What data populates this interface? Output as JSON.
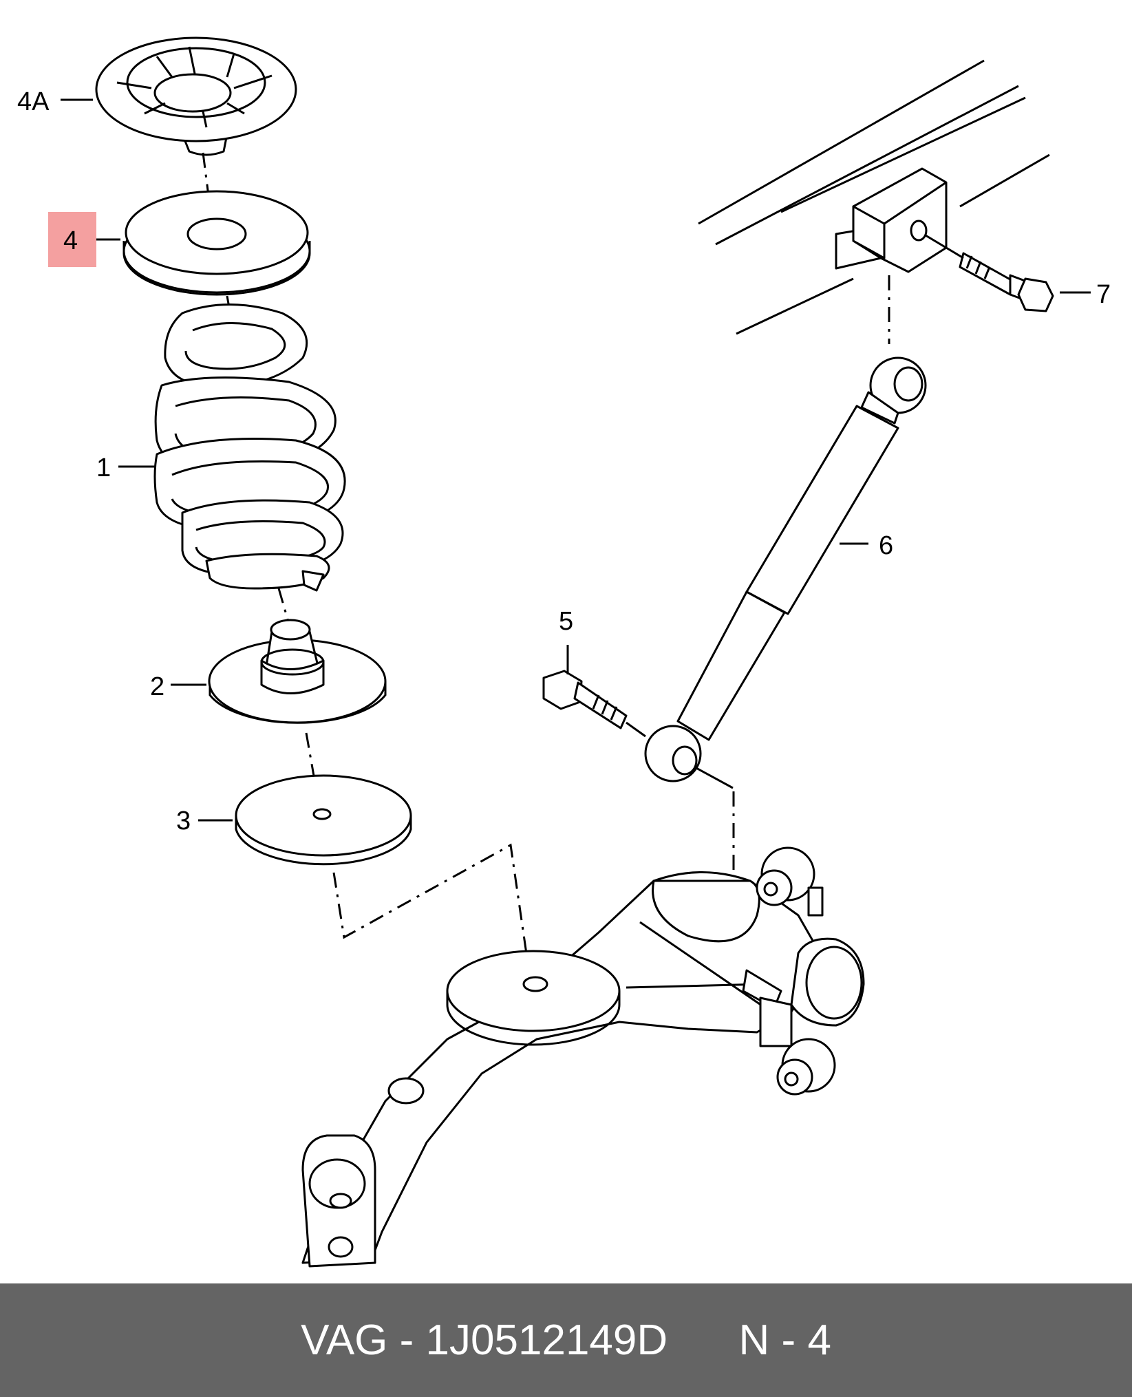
{
  "callouts": {
    "c4a": "4A",
    "c4": "4",
    "c1": "1",
    "c2": "2",
    "c3": "3",
    "c5": "5",
    "c6": "6",
    "c7": "7"
  },
  "highlight_color": "#f4a0a0",
  "footer": {
    "brand": "VAG",
    "separator": "-",
    "part_number": "1J0512149D",
    "ref_prefix": "N",
    "ref_number": "4"
  }
}
